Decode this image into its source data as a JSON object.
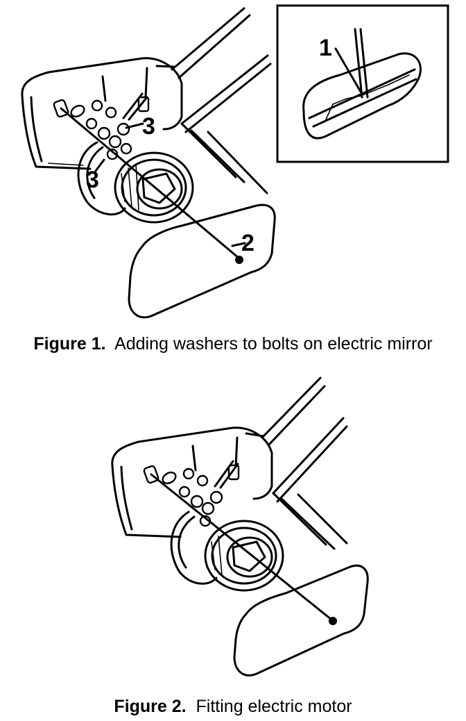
{
  "figure1": {
    "caption_number": "Figure 1.",
    "caption_text": "Adding washers to bolts on electric mirror",
    "callouts": [
      "1",
      "2",
      "3",
      "3"
    ]
  },
  "figure2": {
    "caption_number": "Figure 2.",
    "caption_text": "Fitting electric motor"
  }
}
